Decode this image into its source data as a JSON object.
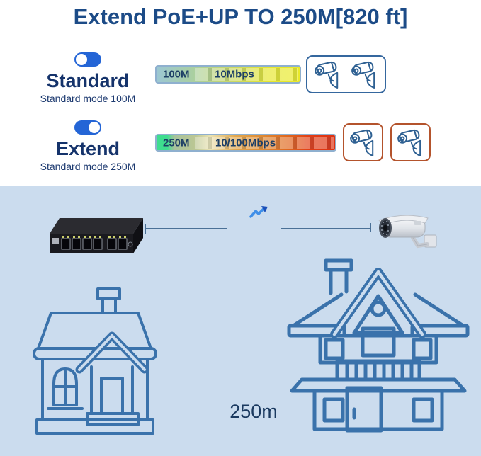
{
  "title": {
    "text": "Extend PoE+UP TO 250M[820 ft]"
  },
  "modes": [
    {
      "id": "standard",
      "name": "Standard",
      "subtitle": "Standard mode 100M",
      "toggle_on": false,
      "bar": {
        "range_label": "100M",
        "speed_label": "10Mbps",
        "gradient_stops": [
          [
            "#9cc7d3",
            0
          ],
          [
            "#a9cfa2",
            25
          ],
          [
            "#cdda60",
            55
          ],
          [
            "#e6e72e",
            78
          ],
          [
            "#eaea28",
            100
          ]
        ]
      },
      "camera_count": 2,
      "camera_box_border": "#35679e"
    },
    {
      "id": "extend",
      "name": "Extend",
      "subtitle": "Standard mode 250M",
      "toggle_on": true,
      "bar": {
        "range_label": "250M",
        "speed_label": "10/100Mbps",
        "gradient_stops": [
          [
            "#3edd8f",
            0
          ],
          [
            "#3edd8f",
            6
          ],
          [
            "#a7c29c",
            10
          ],
          [
            "#bcc793",
            22
          ],
          [
            "#ebe3b2",
            30
          ],
          [
            "#e3a84e",
            44
          ],
          [
            "#df8c34",
            58
          ],
          [
            "#e0661d",
            74
          ],
          [
            "#e23c15",
            86
          ],
          [
            "#df3110",
            100
          ]
        ]
      },
      "camera_count": 2,
      "camera_box_border": "#b4532c"
    }
  ],
  "diagram": {
    "distance_label": "250m"
  },
  "icons": {
    "toggle": "toggle-switch",
    "camera_outline": "cctv-camera-outline",
    "trend": "trending-up-arrow",
    "switch_device": "poe-switch",
    "camera_photo": "bullet-camera",
    "house_small": "small-house-outline",
    "house_large": "large-house-outline"
  },
  "colors": {
    "title_text": "#1c4b87",
    "body_text": "#15336b",
    "toggle_blue": "#2465d6",
    "bar_border": "#8fb0cf",
    "camera_line": "#2e6092",
    "standard_box_border": "#35679e",
    "extend_box_border": "#b4532c",
    "bottom_bg": "#cbdcee",
    "house_line": "#3a72ab",
    "distance_line": "#4a7096"
  }
}
